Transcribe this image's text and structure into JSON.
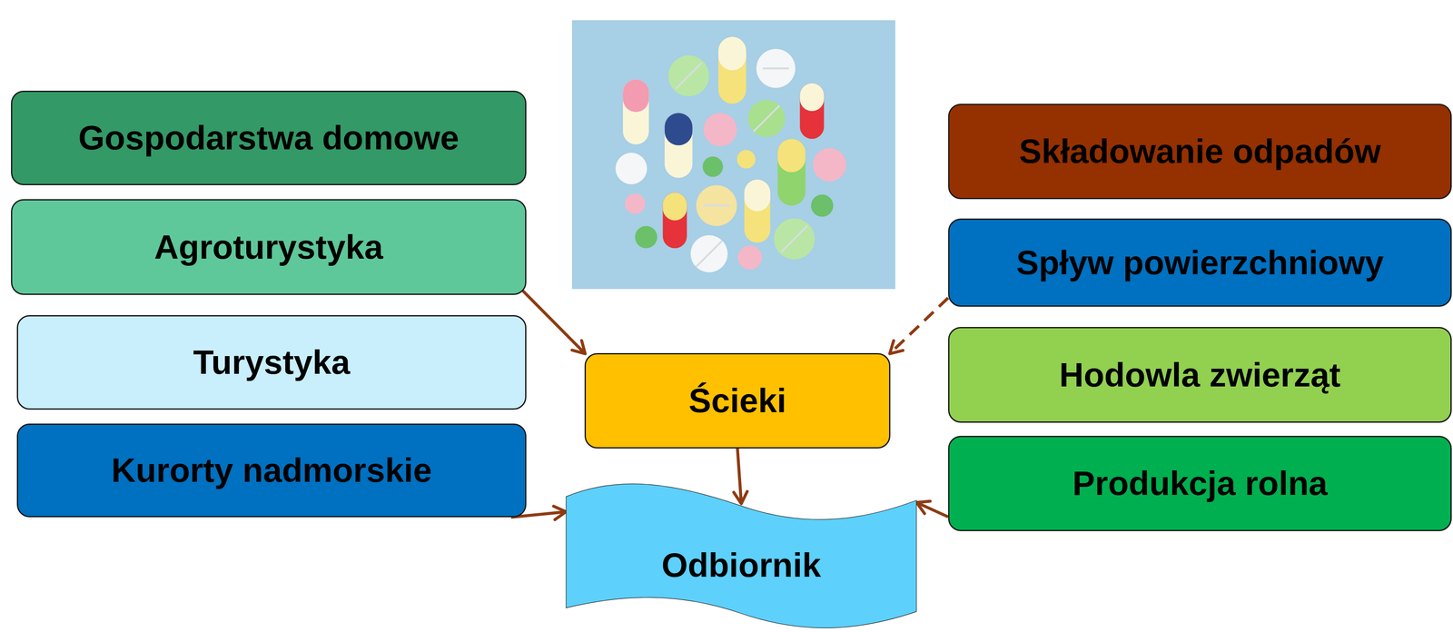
{
  "diagram": {
    "nodes": [
      {
        "text": [
          "Gospodarstwa domowe"
        ]
      },
      {
        "text": [
          "Agroturystyka"
        ]
      },
      {
        "text": [
          "Turystyka"
        ]
      },
      {
        "text": [
          "Kurorty nadmorskie"
        ]
      },
      {
        "text": [
          "Ścieki"
        ]
      },
      {
        "text": [
          "Odbiornik"
        ]
      },
      {
        "text": [
          "Składowanie odpadów"
        ]
      },
      {
        "text": [
          "Spływ powierzchniowy"
        ]
      },
      {
        "text": [
          "Hodowla zwierząt"
        ]
      },
      {
        "text": [
          "Produkcja rolna"
        ]
      }
    ],
    "edges": [
      {
        "from": 1,
        "to": 4,
        "arrow": "to"
      },
      {
        "from": 7,
        "to": 4,
        "arrow": "to"
      },
      {
        "from": 4,
        "to": 5,
        "arrow": "to"
      },
      {
        "from": 3,
        "to": 5,
        "arrow": "to"
      },
      {
        "from": 9,
        "to": 5,
        "arrow": "to"
      }
    ]
  }
}
